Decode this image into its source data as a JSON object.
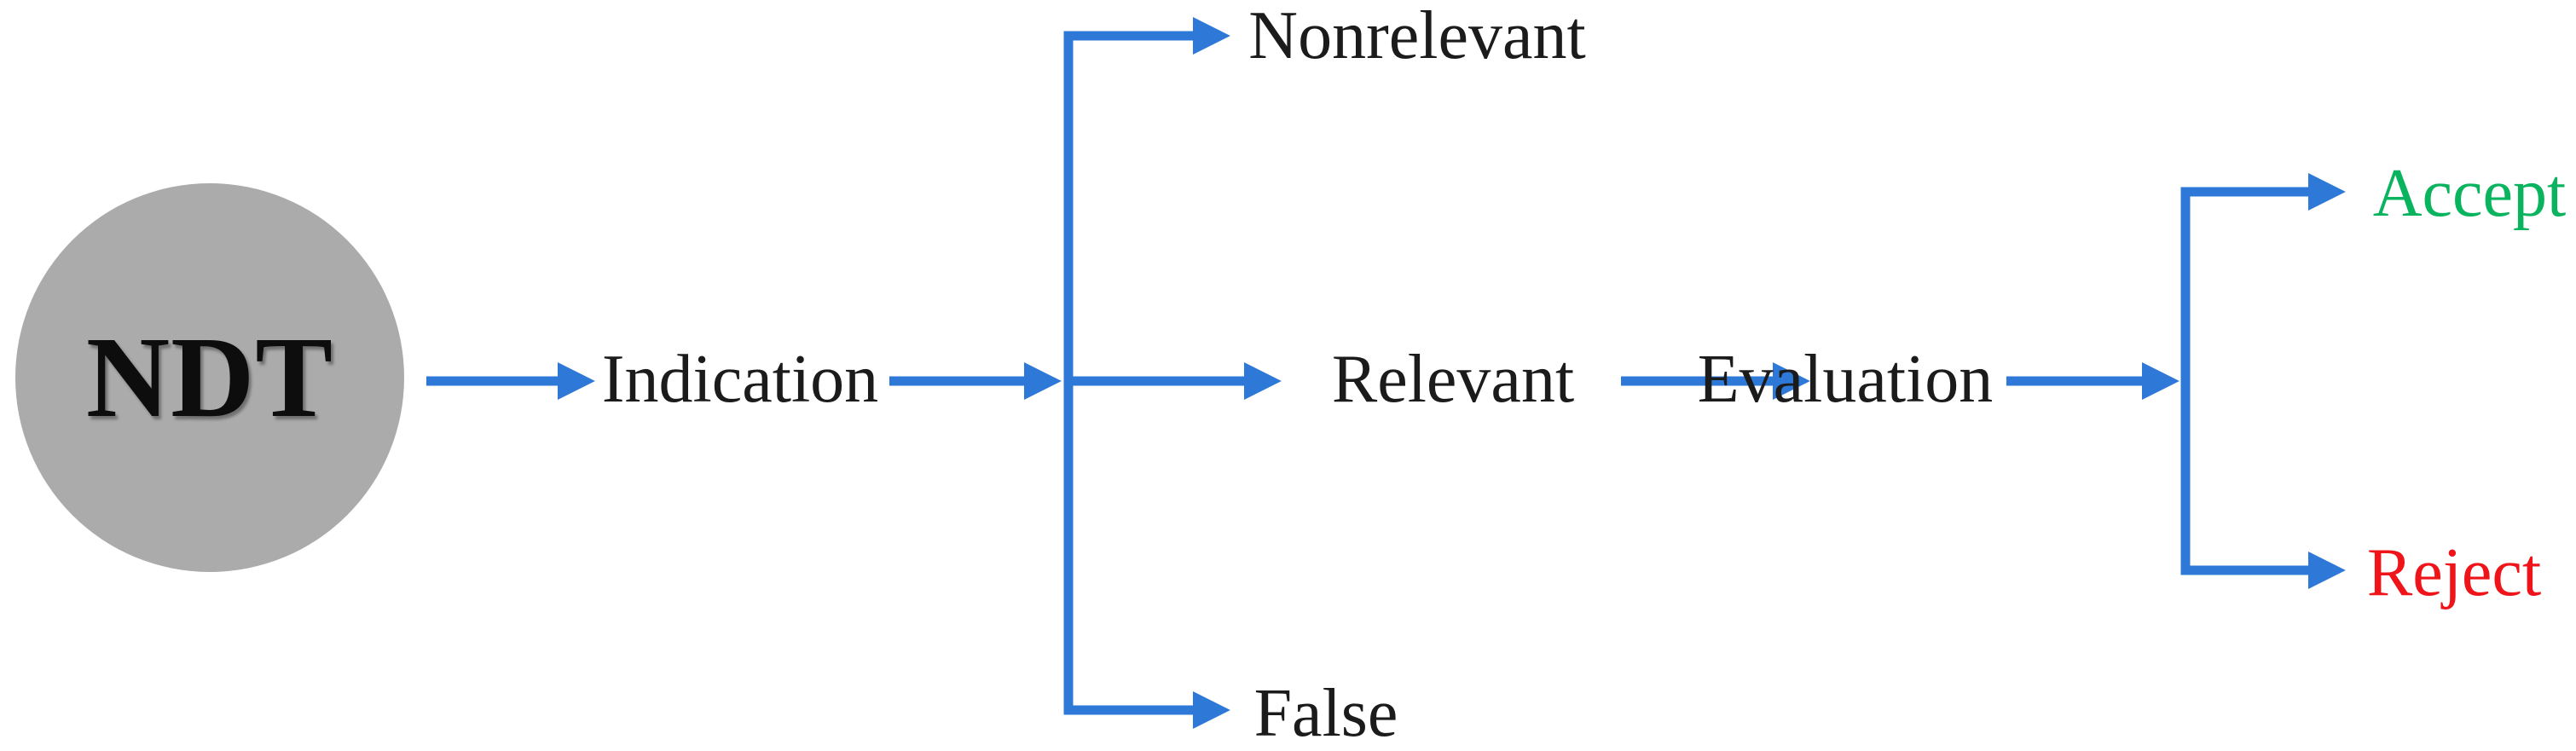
{
  "title": "NDT indication evaluation flow diagram",
  "colors": {
    "arrow_blue": "#2e79d8",
    "circle_fill": "#ababab",
    "accept_green": "#0ab45f",
    "reject_red": "#ee1419",
    "text_dark": "#1b1b1b"
  },
  "nodes": {
    "ndt": {
      "label": "NDT"
    },
    "indication": {
      "label": "Indication"
    },
    "nonrelevant": {
      "label": "Nonrelevant"
    },
    "relevant": {
      "label": "Relevant"
    },
    "false": {
      "label": "False"
    },
    "evaluation": {
      "label": "Evaluation"
    },
    "accept": {
      "label": "Accept"
    },
    "reject": {
      "label": "Reject"
    }
  },
  "edges": [
    {
      "from": "NDT",
      "to": "Indication"
    },
    {
      "from": "Indication",
      "to": "Nonrelevant"
    },
    {
      "from": "Indication",
      "to": "Relevant"
    },
    {
      "from": "Indication",
      "to": "False"
    },
    {
      "from": "Relevant",
      "to": "Evaluation"
    },
    {
      "from": "Evaluation",
      "to": "Accept"
    },
    {
      "from": "Evaluation",
      "to": "Reject"
    }
  ]
}
